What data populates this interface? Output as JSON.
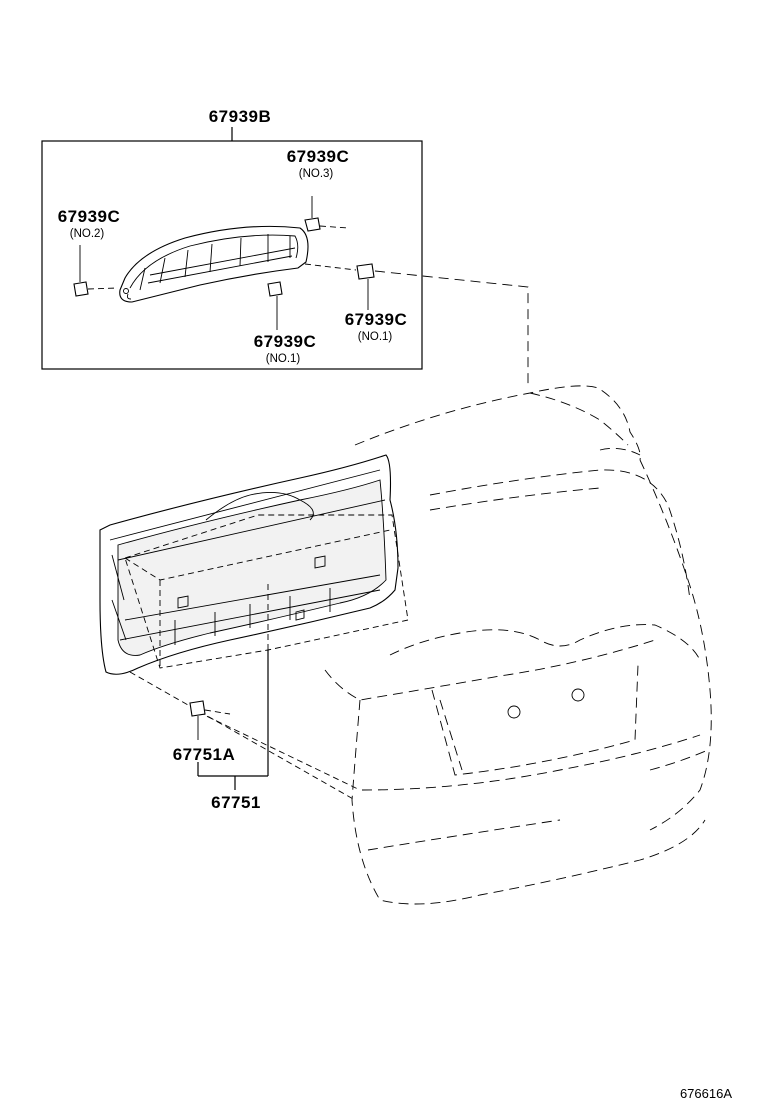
{
  "labels": {
    "box_part": "67939B",
    "clip_no3": "67939C",
    "clip_no3_sub": "(NO.3)",
    "clip_no2": "67939C",
    "clip_no2_sub": "(NO.2)",
    "clip_no1_right": "67939C",
    "clip_no1_right_sub": "(NO.1)",
    "clip_no1_bottom": "67939C",
    "clip_no1_bottom_sub": "(NO.1)",
    "clip_main": "67751A",
    "main_part": "67751"
  },
  "diagram_code": "676616A"
}
